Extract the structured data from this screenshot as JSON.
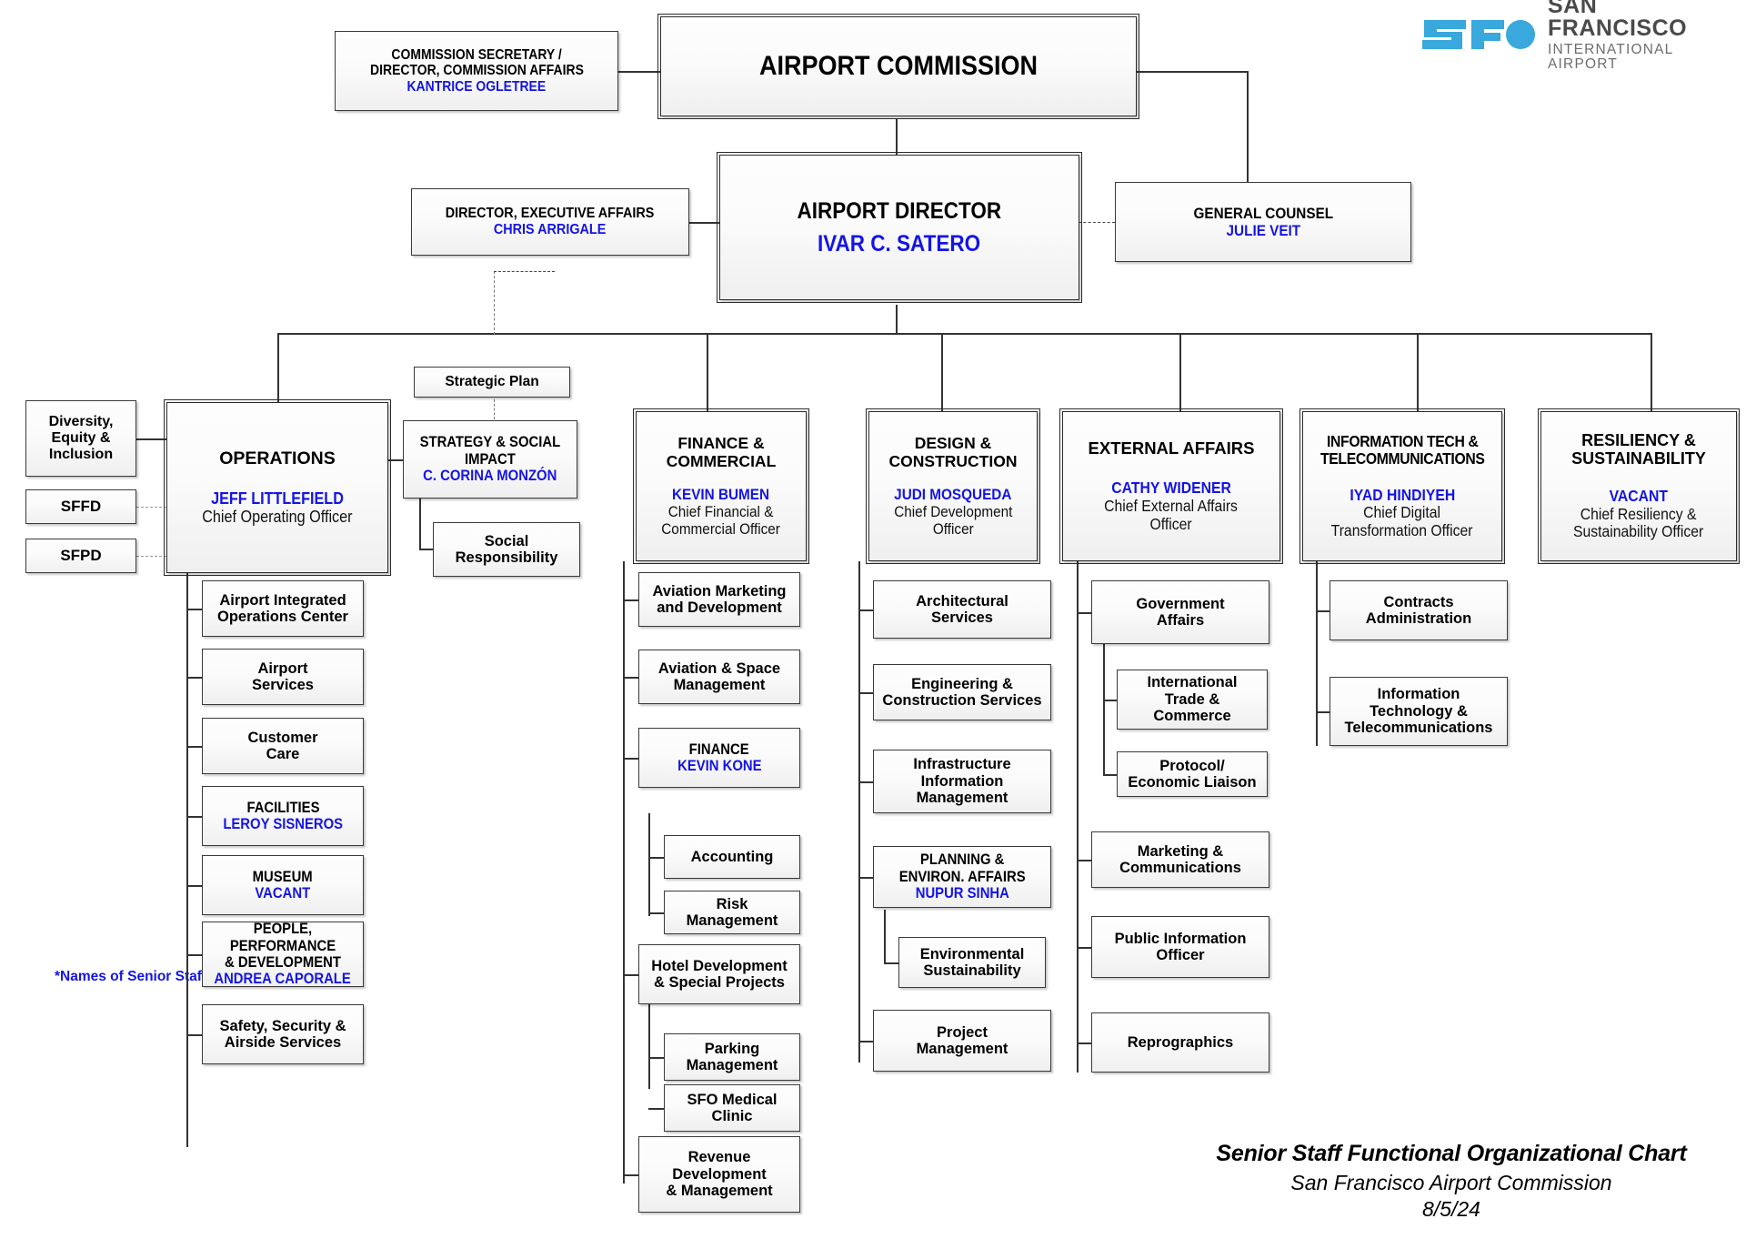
{
  "logo": {
    "mark": "sfo-logo-icon",
    "line1": "SAN FRANCISCO",
    "line2": "INTERNATIONAL AIRPORT"
  },
  "footer": {
    "title": "Senior Staff Functional Organizational Chart",
    "subtitle": "San Francisco Airport Commission",
    "date": "8/5/24"
  },
  "note": "*Names of Senior Staff Indicated",
  "colors": {
    "name_blue": "#1414e6",
    "logo_blue": "#38a8dd",
    "box_border": "#3a3a3a"
  },
  "chart_data": {
    "type": "org-chart",
    "title": "Senior Staff Functional Organizational Chart",
    "organization": "San Francisco Airport Commission",
    "date": "8/5/24"
  },
  "nodes": {
    "commission": {
      "title": "AIRPORT COMMISSION"
    },
    "commission_secretary": {
      "line1": "COMMISSION SECRETARY /",
      "line2": "DIRECTOR, COMMISSION AFFAIRS",
      "name": "KANTRICE OGLETREE"
    },
    "airport_director": {
      "title": "AIRPORT DIRECTOR",
      "name": "IVAR C. SATERO"
    },
    "exec_affairs": {
      "title": "DIRECTOR, EXECUTIVE AFFAIRS",
      "name": "CHRIS ARRIGALE"
    },
    "general_counsel": {
      "title": "GENERAL COUNSEL",
      "name": "JULIE VEIT"
    },
    "dei": {
      "title": "Diversity,\nEquity &\nInclusion"
    },
    "sffd": {
      "title": "SFFD"
    },
    "sfpd": {
      "title": "SFPD"
    },
    "operations": {
      "title": "OPERATIONS",
      "name": "JEFF LITTLEFIELD",
      "role": "Chief Operating Officer"
    },
    "ops_children": [
      {
        "title": "Airport Integrated\nOperations Center"
      },
      {
        "title": "Airport\nServices"
      },
      {
        "title": "Customer\nCare"
      },
      {
        "title": "FACILITIES",
        "name": "LEROY SISNEROS"
      },
      {
        "title": "MUSEUM",
        "name": "VACANT"
      },
      {
        "title": "PEOPLE, PERFORMANCE\n& DEVELOPMENT",
        "name": "ANDREA CAPORALE"
      },
      {
        "title": "Safety, Security &\nAirside Services"
      }
    ],
    "strategic_plan": {
      "title": "Strategic Plan"
    },
    "strategy": {
      "title": "STRATEGY & SOCIAL\nIMPACT",
      "name": "C. CORINA MONZÓN"
    },
    "strategy_children": [
      {
        "title": "Social\nResponsibility"
      }
    ],
    "finance": {
      "title": "FINANCE &\nCOMMERCIAL",
      "name": "KEVIN BUMEN",
      "role": "Chief Financial &\nCommercial Officer"
    },
    "finance_children": [
      {
        "title": "Aviation Marketing\nand Development"
      },
      {
        "title": "Aviation & Space\nManagement"
      },
      {
        "title": "FINANCE",
        "name": "KEVIN KONE"
      },
      {
        "title": "Hotel Development\n& Special Projects"
      },
      {
        "title": "Revenue\nDevelopment\n& Management"
      }
    ],
    "finance_grandchildren": [
      {
        "title": "Accounting"
      },
      {
        "title": "Risk Management"
      }
    ],
    "hotel_grandchildren": [
      {
        "title": "Parking\nManagement"
      },
      {
        "title": "SFO Medical\nClinic"
      }
    ],
    "design": {
      "title": "DESIGN &\nCONSTRUCTION",
      "name": "JUDI MOSQUEDA",
      "role": "Chief Development\nOfficer"
    },
    "design_children": [
      {
        "title": "Architectural\nServices"
      },
      {
        "title": "Engineering &\nConstruction Services"
      },
      {
        "title": "Infrastructure\nInformation\nManagement"
      },
      {
        "title": "PLANNING &\nENVIRON. AFFAIRS",
        "name": "NUPUR SINHA"
      },
      {
        "title": "Project\nManagement"
      }
    ],
    "planning_grandchildren": [
      {
        "title": "Environmental\nSustainability"
      }
    ],
    "external": {
      "title": "EXTERNAL AFFAIRS",
      "name": "CATHY WIDENER",
      "role": "Chief External Affairs\nOfficer"
    },
    "external_children": [
      {
        "title": "Government\nAffairs"
      },
      {
        "title": "Marketing &\nCommunications"
      },
      {
        "title": "Public Information\nOfficer"
      },
      {
        "title": "Reprographics"
      }
    ],
    "gov_grandchildren": [
      {
        "title": "International\nTrade &\nCommerce"
      },
      {
        "title": "Protocol/\nEconomic Liaison"
      }
    ],
    "it": {
      "title": "INFORMATION TECH &\nTELECOMMUNICATIONS",
      "name": "IYAD HINDIYEH",
      "role": "Chief Digital\nTransformation Officer"
    },
    "it_children": [
      {
        "title": "Contracts\nAdministration"
      },
      {
        "title": "Information\nTechnology &\nTelecommunications"
      }
    ],
    "resiliency": {
      "title": "RESILIENCY &\nSUSTAINABILITY",
      "name": "VACANT",
      "role": "Chief Resiliency &\nSustainability Officer"
    }
  }
}
